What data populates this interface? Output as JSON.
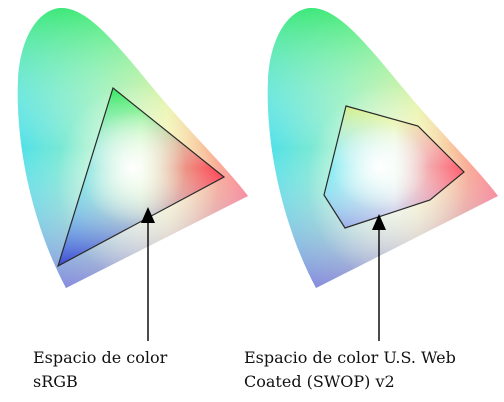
{
  "diagrams": [
    {
      "gamut_name_line1": "Espacio de color",
      "gamut_name_line2": "sRGB"
    },
    {
      "gamut_name_line1": "Espacio de color U.S. Web",
      "gamut_name_line2": "Coated (SWOP) v2"
    }
  ],
  "colors": {
    "outline": "#2a2a2a",
    "arrow": "#000000",
    "white_point": "#ffffff",
    "red_corner": "#ff3b4f",
    "green_top": "#35e86a",
    "blue_corner": "#4f5bd6",
    "cyan_left": "#4fe0e8",
    "yellow_edge": "#f2f260",
    "purple_edge": "#c07ad8"
  }
}
